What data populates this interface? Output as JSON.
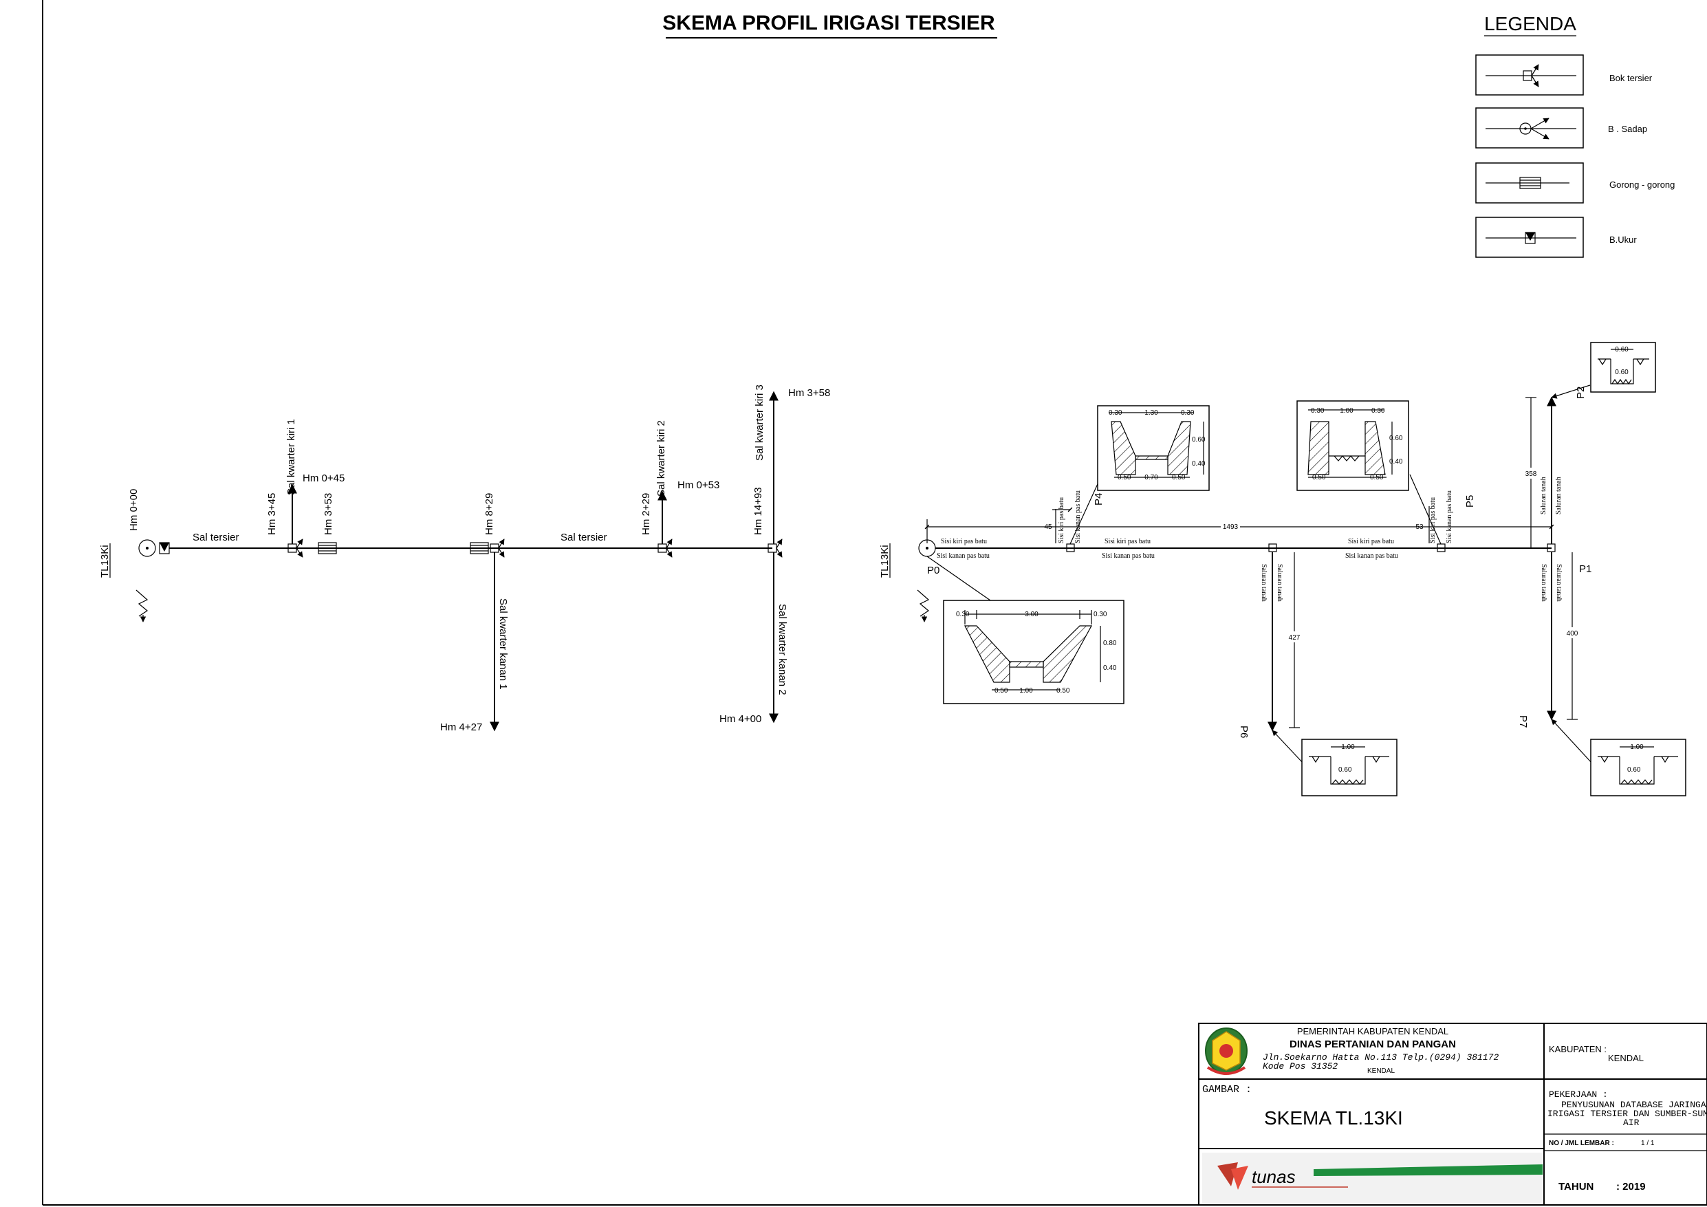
{
  "title": "SKEMA PROFIL IRIGASI TERSIER",
  "legend": {
    "title": "LEGENDA",
    "items": [
      {
        "label": "Bok tersier",
        "icon": "bok-tersier-icon"
      },
      {
        "label": "B . Sadap",
        "icon": "bangunan-sadap-icon"
      },
      {
        "label": "Gorong - gorong",
        "icon": "gorong-icon"
      },
      {
        "label": "B.Ukur",
        "icon": "bangunan-ukur-icon"
      }
    ]
  },
  "left": {
    "channel_id": "TL13Ki",
    "hm_start": "Hm 0+00",
    "sal_tersier": "Sal tersier",
    "hm_345": "Hm 3+45",
    "kiri1": "Sal kwarter kiri 1",
    "hm_045": "Hm 0+45",
    "hm_353": "Hm 3+53",
    "hm_829": "Hm 8+29",
    "kanan1": "Sal kwarter kanan 1",
    "hm_427": "Hm 4+27",
    "sal_tersier2": "Sal tersier",
    "hm_229": "Hm 2+29",
    "kiri2": "Sal kwarter kiri 2",
    "hm_053": "Hm 0+53",
    "hm_1493": "Hm 14+93",
    "kiri3": "Sal kwarter kiri 3",
    "hm_358": "Hm 3+58",
    "kanan2": "Sal kwarter kanan 2",
    "hm_400": "Hm 4+00"
  },
  "right": {
    "channel_id": "TL13Ki",
    "points": {
      "p0": "P0",
      "p1": "P1",
      "p2": "P2",
      "p4": "P4",
      "p5": "P5",
      "p6": "P6",
      "p7": "P7"
    },
    "dims": {
      "main": "1493",
      "d45": "45",
      "d53": "53",
      "d358": "358",
      "d427": "427",
      "d400": "400"
    },
    "texts": {
      "kiri_batu": "Sisi kiri pas batu",
      "kanan_batu": "Sisi kanan pas batu",
      "tanah": "Saluran tanah"
    },
    "sec_main": {
      "top": "3.00",
      "l": "0.30",
      "r": "0.30",
      "h1": "0.80",
      "h2": "0.40",
      "b1": "0.50",
      "b2": "1.00",
      "b3": "0.50"
    },
    "sec_p4": {
      "top": "1.30",
      "l": "0.30",
      "r": "0.30",
      "h1": "0.60",
      "h2": "0.40",
      "b1": "0.50",
      "b2": "0.70",
      "b3": "0.50"
    },
    "sec_p5": {
      "top": "1.00",
      "l": "0.30",
      "r": "0.30",
      "h1": "0.60",
      "h2": "0.40",
      "b1": "0.50",
      "b3": "0.50"
    },
    "sec_p2": {
      "w": "0.60",
      "h": "0.60"
    },
    "sec_p6": {
      "w": "1.00",
      "h": "0.60"
    },
    "sec_p7": {
      "w": "1.00",
      "h": "0.60"
    }
  },
  "titleblock": {
    "gov": "PEMERINTAH KABUPATEN KENDAL",
    "dinas": "DINAS PERTANIAN DAN PANGAN",
    "addr": "Jln.Soekarno Hatta No.113 Telp.(0294) 381172",
    "kode": "Kode Pos 31352",
    "city": "KENDAL",
    "kab_label": "KABUPATEN :",
    "kab_value": "KENDAL",
    "gambar_label": "GAMBAR :",
    "gambar_value": "SKEMA TL.13KI",
    "pek_label": "PEKERJAAN :",
    "pek_1": "PENYUSUNAN DATABASE JARINGAN",
    "pek_2": "IRIGASI TERSIER DAN SUMBER-SUMBER",
    "pek_3": "AIR",
    "nojml_label": "NO / JML LEMBAR :",
    "nojml_value": "1 / 1",
    "tahun_label": "TAHUN",
    "tahun_value": ": 2019",
    "logo_text": "tunas"
  }
}
